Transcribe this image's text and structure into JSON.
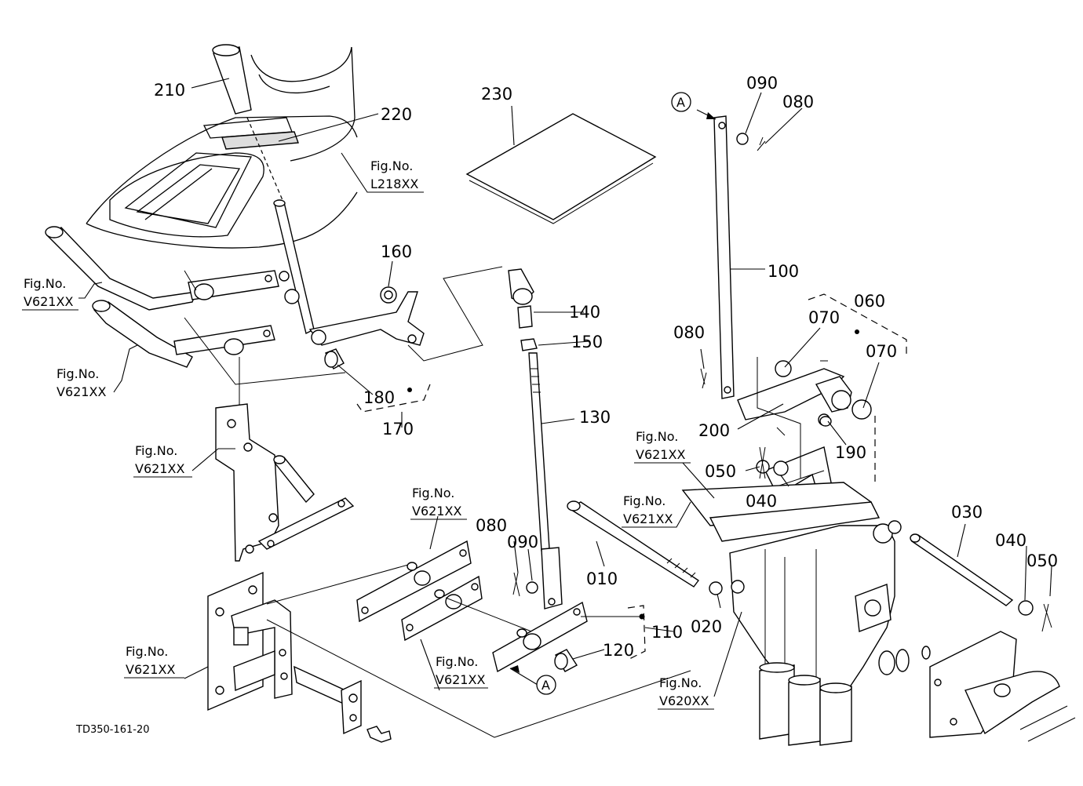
{
  "diagram_code": "TD350-161-20",
  "parts": [
    {
      "id": "p210",
      "label": "210"
    },
    {
      "id": "p220",
      "label": "220"
    },
    {
      "id": "p230",
      "label": "230"
    },
    {
      "id": "p160",
      "label": "160"
    },
    {
      "id": "p140",
      "label": "140"
    },
    {
      "id": "p150",
      "label": "150"
    },
    {
      "id": "p130",
      "label": "130"
    },
    {
      "id": "p180",
      "label": "180"
    },
    {
      "id": "p170",
      "label": "170"
    },
    {
      "id": "p090a",
      "label": "090"
    },
    {
      "id": "p080a",
      "label": "080"
    },
    {
      "id": "p100",
      "label": "100"
    },
    {
      "id": "p060",
      "label": "060"
    },
    {
      "id": "p070a",
      "label": "070"
    },
    {
      "id": "p070b",
      "label": "070"
    },
    {
      "id": "p080b",
      "label": "080"
    },
    {
      "id": "p200",
      "label": "200"
    },
    {
      "id": "p190",
      "label": "190"
    },
    {
      "id": "p050a",
      "label": "050"
    },
    {
      "id": "p040a",
      "label": "040"
    },
    {
      "id": "p030",
      "label": "030"
    },
    {
      "id": "p040b",
      "label": "040"
    },
    {
      "id": "p050b",
      "label": "050"
    },
    {
      "id": "p010",
      "label": "010"
    },
    {
      "id": "p020",
      "label": "020"
    },
    {
      "id": "p080c",
      "label": "080"
    },
    {
      "id": "p090b",
      "label": "090"
    },
    {
      "id": "p110",
      "label": "110"
    },
    {
      "id": "p120",
      "label": "120"
    }
  ],
  "figure_refs": [
    {
      "id": "f1",
      "line1": "Fig.No.",
      "line2": "L218XX"
    },
    {
      "id": "f2",
      "line1": "Fig.No.",
      "line2": "V621XX"
    },
    {
      "id": "f3",
      "line1": "Fig.No.",
      "line2": "V621XX"
    },
    {
      "id": "f4",
      "line1": "Fig.No.",
      "line2": "V621XX"
    },
    {
      "id": "f5",
      "line1": "Fig.No.",
      "line2": "V621XX"
    },
    {
      "id": "f6",
      "line1": "Fig.No.",
      "line2": "V621XX"
    },
    {
      "id": "f7",
      "line1": "Fig.No.",
      "line2": "V621XX"
    },
    {
      "id": "f8",
      "line1": "Fig.No.",
      "line2": "V621XX"
    },
    {
      "id": "f9",
      "line1": "Fig.No.",
      "line2": "V621XX"
    },
    {
      "id": "f10",
      "line1": "Fig.No.",
      "line2": "V620XX"
    }
  ],
  "markers": [
    {
      "id": "mA1",
      "label": "A"
    },
    {
      "id": "mA2",
      "label": "A"
    }
  ]
}
